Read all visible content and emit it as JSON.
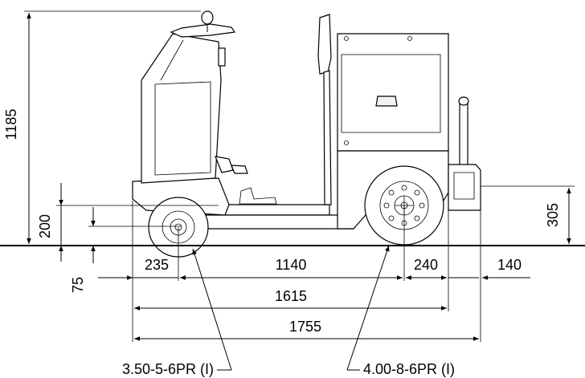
{
  "drawing": {
    "dimensions": {
      "overall_height": "1185",
      "seat_height": "200",
      "ground_clearance": "75",
      "rear_hitch_height": "305",
      "front_overhang": "235",
      "wheelbase": "1140",
      "rear_overhang": "240",
      "hitch_extension": "140",
      "length_to_rear": "1615",
      "overall_length": "1755"
    },
    "tires": {
      "front": "3.50-5-6PR (I)",
      "rear": "4.00-8-6PR (I)"
    }
  }
}
